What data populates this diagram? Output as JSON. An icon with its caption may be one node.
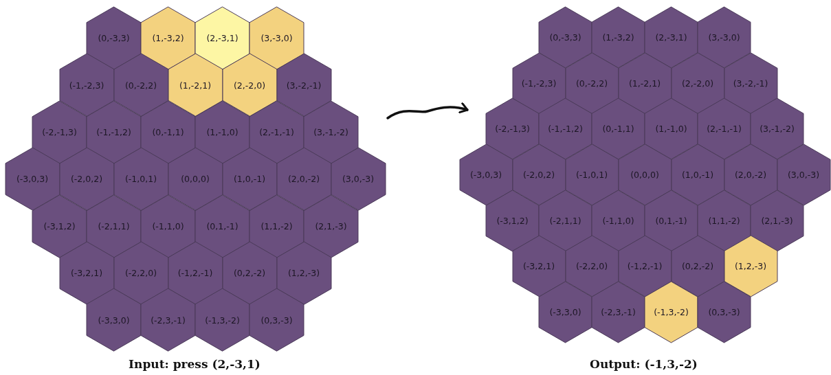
{
  "diagram": {
    "nodes": [
      {
        "text": [
          "Input: press (2,-3,1)"
        ]
      },
      {
        "text": [
          "(0,-3,3)"
        ],
        "in": 0
      },
      {
        "text": [
          "(1,-3,2)"
        ],
        "in": 0
      },
      {
        "text": [
          "(2,-3,1)"
        ],
        "in": 0
      },
      {
        "text": [
          "(3,-3,0)"
        ],
        "in": 0
      },
      {
        "text": [
          "(-1,-2,3)"
        ],
        "in": 0
      },
      {
        "text": [
          "(0,-2,2)"
        ],
        "in": 0
      },
      {
        "text": [
          "(1,-2,1)"
        ],
        "in": 0
      },
      {
        "text": [
          "(2,-2,0)"
        ],
        "in": 0
      },
      {
        "text": [
          "(3,-2,-1)"
        ],
        "in": 0
      },
      {
        "text": [
          "(-2,-1,3)"
        ],
        "in": 0
      },
      {
        "text": [
          "(-1,-1,2)"
        ],
        "in": 0
      },
      {
        "text": [
          "(0,-1,1)"
        ],
        "in": 0
      },
      {
        "text": [
          "(1,-1,0)"
        ],
        "in": 0
      },
      {
        "text": [
          "(2,-1,-1)"
        ],
        "in": 0
      },
      {
        "text": [
          "(3,-1,-2)"
        ],
        "in": 0
      },
      {
        "text": [
          "(-3,0,3)"
        ],
        "in": 0
      },
      {
        "text": [
          "(-2,0,2)"
        ],
        "in": 0
      },
      {
        "text": [
          "(-1,0,1)"
        ],
        "in": 0
      },
      {
        "text": [
          "(0,0,0)"
        ],
        "in": 0
      },
      {
        "text": [
          "(1,0,-1)"
        ],
        "in": 0
      },
      {
        "text": [
          "(2,0,-2)"
        ],
        "in": 0
      },
      {
        "text": [
          "(3,0,-3)"
        ],
        "in": 0
      },
      {
        "text": [
          "(-3,1,2)"
        ],
        "in": 0
      },
      {
        "text": [
          "(-2,1,1)"
        ],
        "in": 0
      },
      {
        "text": [
          "(-1,1,0)"
        ],
        "in": 0
      },
      {
        "text": [
          "(0,1,-1)"
        ],
        "in": 0
      },
      {
        "text": [
          "(1,1,-2)"
        ],
        "in": 0
      },
      {
        "text": [
          "(2,1,-3)"
        ],
        "in": 0
      },
      {
        "text": [
          "(-3,2,1)"
        ],
        "in": 0
      },
      {
        "text": [
          "(-2,2,0)"
        ],
        "in": 0
      },
      {
        "text": [
          "(-1,2,-1)"
        ],
        "in": 0
      },
      {
        "text": [
          "(0,2,-2)"
        ],
        "in": 0
      },
      {
        "text": [
          "(1,2,-3)"
        ],
        "in": 0
      },
      {
        "text": [
          "(-3,3,0)"
        ],
        "in": 0
      },
      {
        "text": [
          "(-2,3,-1)"
        ],
        "in": 0
      },
      {
        "text": [
          "(-1,3,-2)"
        ],
        "in": 0
      },
      {
        "text": [
          "(0,3,-3)"
        ],
        "in": 0
      },
      {
        "text": [
          "Output: (-1,3,-2)"
        ]
      },
      {
        "text": [
          "(0,-3,3)"
        ],
        "in": 38
      },
      {
        "text": [
          "(1,-3,2)"
        ],
        "in": 38
      },
      {
        "text": [
          "(2,-3,1)"
        ],
        "in": 38
      },
      {
        "text": [
          "(3,-3,0)"
        ],
        "in": 38
      },
      {
        "text": [
          "(-1,-2,3)"
        ],
        "in": 38
      },
      {
        "text": [
          "(0,-2,2)"
        ],
        "in": 38
      },
      {
        "text": [
          "(1,-2,1)"
        ],
        "in": 38
      },
      {
        "text": [
          "(2,-2,0)"
        ],
        "in": 38
      },
      {
        "text": [
          "(3,-2,-1)"
        ],
        "in": 38
      },
      {
        "text": [
          "(-2,-1,3)"
        ],
        "in": 38
      },
      {
        "text": [
          "(-1,-1,2)"
        ],
        "in": 38
      },
      {
        "text": [
          "(0,-1,1)"
        ],
        "in": 38
      },
      {
        "text": [
          "(1,-1,0)"
        ],
        "in": 38
      },
      {
        "text": [
          "(2,-1,-1)"
        ],
        "in": 38
      },
      {
        "text": [
          "(3,-1,-2)"
        ],
        "in": 38
      },
      {
        "text": [
          "(-3,0,3)"
        ],
        "in": 38
      },
      {
        "text": [
          "(-2,0,2)"
        ],
        "in": 38
      },
      {
        "text": [
          "(-1,0,1)"
        ],
        "in": 38
      },
      {
        "text": [
          "(0,0,0)"
        ],
        "in": 38
      },
      {
        "text": [
          "(1,0,-1)"
        ],
        "in": 38
      },
      {
        "text": [
          "(2,0,-2)"
        ],
        "in": 38
      },
      {
        "text": [
          "(3,0,-3)"
        ],
        "in": 38
      },
      {
        "text": [
          "(-3,1,2)"
        ],
        "in": 38
      },
      {
        "text": [
          "(-2,1,1)"
        ],
        "in": 38
      },
      {
        "text": [
          "(-1,1,0)"
        ],
        "in": 38
      },
      {
        "text": [
          "(0,1,-1)"
        ],
        "in": 38
      },
      {
        "text": [
          "(1,1,-2)"
        ],
        "in": 38
      },
      {
        "text": [
          "(2,1,-3)"
        ],
        "in": 38
      },
      {
        "text": [
          "(-3,2,1)"
        ],
        "in": 38
      },
      {
        "text": [
          "(-2,2,0)"
        ],
        "in": 38
      },
      {
        "text": [
          "(-1,2,-1)"
        ],
        "in": 38
      },
      {
        "text": [
          "(0,2,-2)"
        ],
        "in": 38
      },
      {
        "text": [
          "(1,2,-3)"
        ],
        "in": 38
      },
      {
        "text": [
          "(-3,3,0)"
        ],
        "in": 38
      },
      {
        "text": [
          "(-2,3,-1)"
        ],
        "in": 38
      },
      {
        "text": [
          "(-1,3,-2)"
        ],
        "in": 38
      },
      {
        "text": [
          "(0,3,-3)"
        ],
        "in": 38
      }
    ],
    "edges": [
      {
        "from": 0,
        "to": 38,
        "arrow": "to"
      }
    ]
  }
}
